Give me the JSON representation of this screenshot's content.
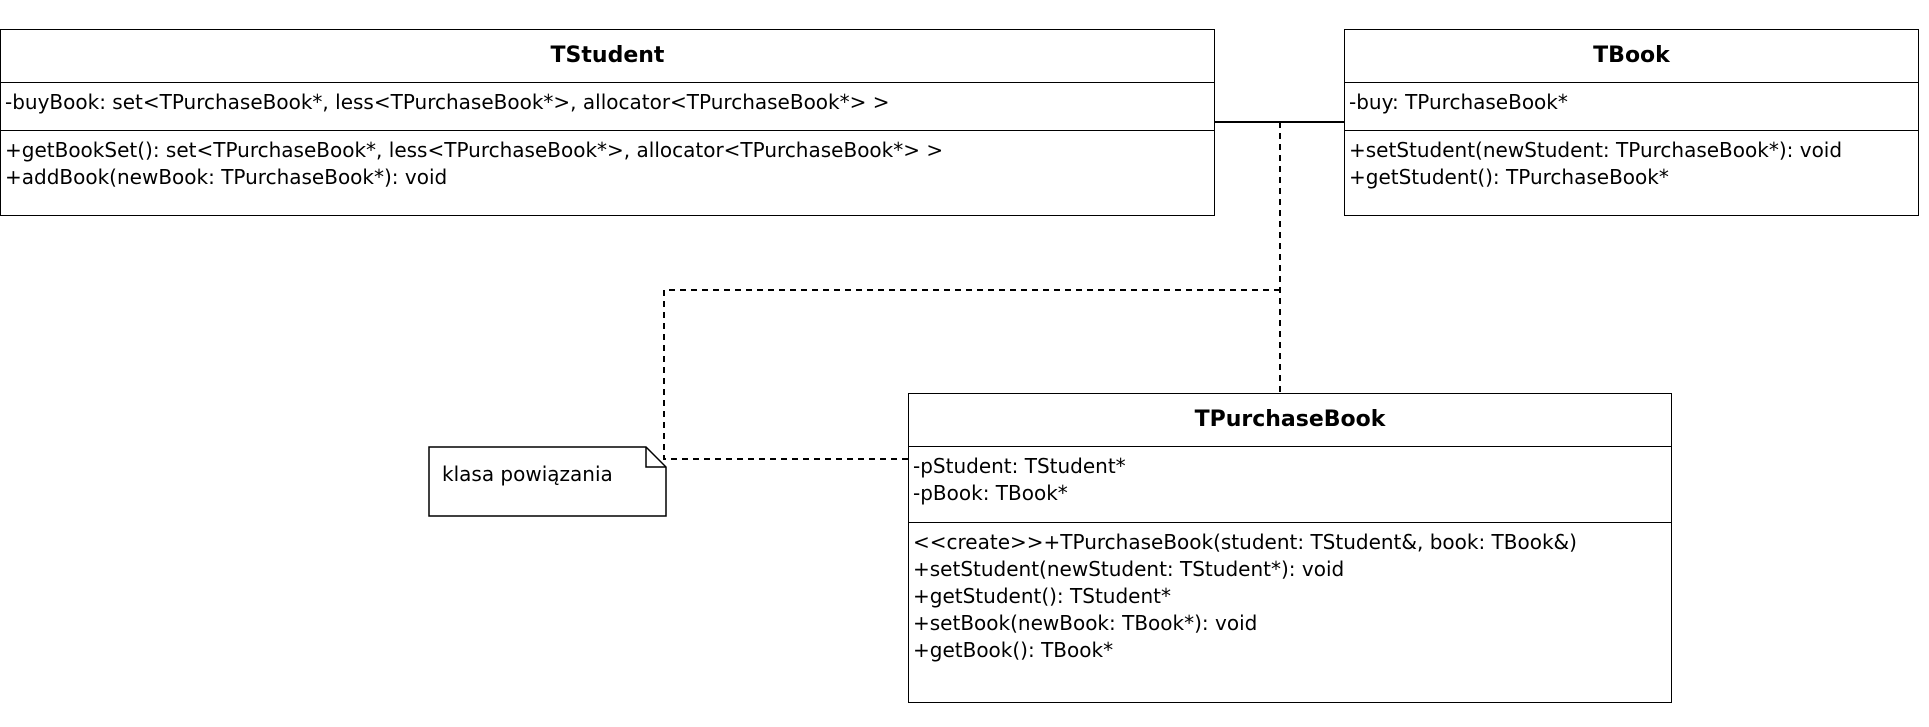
{
  "classes": {
    "tstudent": {
      "name": "TStudent",
      "attributes": [
        "-buyBook: set<TPurchaseBook*, less<TPurchaseBook*>, allocator<TPurchaseBook*> >"
      ],
      "operations": [
        "+getBookSet(): set<TPurchaseBook*, less<TPurchaseBook*>, allocator<TPurchaseBook*> >",
        "+addBook(newBook: TPurchaseBook*): void"
      ]
    },
    "tbook": {
      "name": "TBook",
      "attributes": [
        "-buy: TPurchaseBook*"
      ],
      "operations": [
        "+setStudent(newStudent: TPurchaseBook*): void",
        "+getStudent(): TPurchaseBook*"
      ]
    },
    "tpurchasebook": {
      "name": "TPurchaseBook",
      "attributes": [
        "-pStudent: TStudent*",
        "-pBook: TBook*"
      ],
      "operations": [
        "<<create>>+TPurchaseBook(student: TStudent&, book: TBook&)",
        "+setStudent(newStudent: TStudent*): void",
        "+getStudent(): TStudent*",
        "+setBook(newBook: TBook*): void",
        "+getBook(): TBook*"
      ]
    }
  },
  "note": {
    "text": "klasa powiązania"
  }
}
